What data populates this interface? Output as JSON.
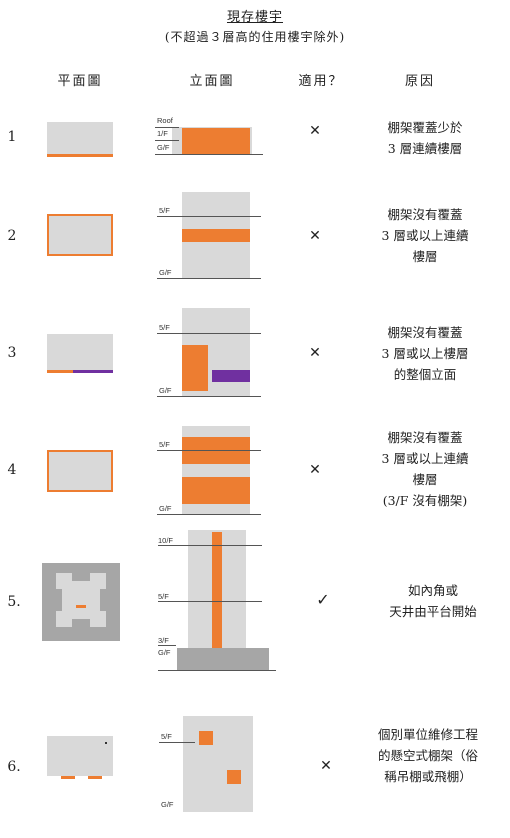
{
  "title": "現存樓宇",
  "subtitle": "(不超過３層高的住用樓宇除外)",
  "headers": {
    "plan": "平面圖",
    "elevation": "立面圖",
    "applicable": "適用？",
    "reason": "原因"
  },
  "floor_labels": {
    "roof": "Roof",
    "f1": "1/F",
    "f3": "3/F",
    "f5": "5/F",
    "f10": "10/F",
    "gf": "G/F"
  },
  "colors": {
    "scaffold": "#ed7d31",
    "other_scaffold": "#7030a0",
    "building": "#d9d9d9",
    "podium": "#a6a6a6"
  },
  "rows": [
    {
      "num": "1",
      "applicable": "✕",
      "reason": [
        "棚架覆蓋少於",
        "3 層連續樓層"
      ]
    },
    {
      "num": "2",
      "applicable": "✕",
      "reason": [
        "棚架沒有覆蓋",
        "3 層或以上連續",
        "樓層"
      ]
    },
    {
      "num": "3",
      "applicable": "✕",
      "reason": [
        "棚架沒有覆蓋",
        "3 層或以上樓層",
        "的整個立面"
      ]
    },
    {
      "num": "4",
      "applicable": "✕",
      "reason": [
        "棚架沒有覆蓋",
        "3 層或以上連續",
        "樓層",
        "(3/F 沒有棚架)"
      ]
    },
    {
      "num": "5.",
      "applicable": "✓",
      "reason": [
        "如內角或",
        "天井由平台開始"
      ]
    },
    {
      "num": "6.",
      "applicable": "✕",
      "reason": [
        "個別單位維修工程",
        "的懸空式棚架（俗",
        "稱吊棚或飛棚）"
      ]
    }
  ]
}
